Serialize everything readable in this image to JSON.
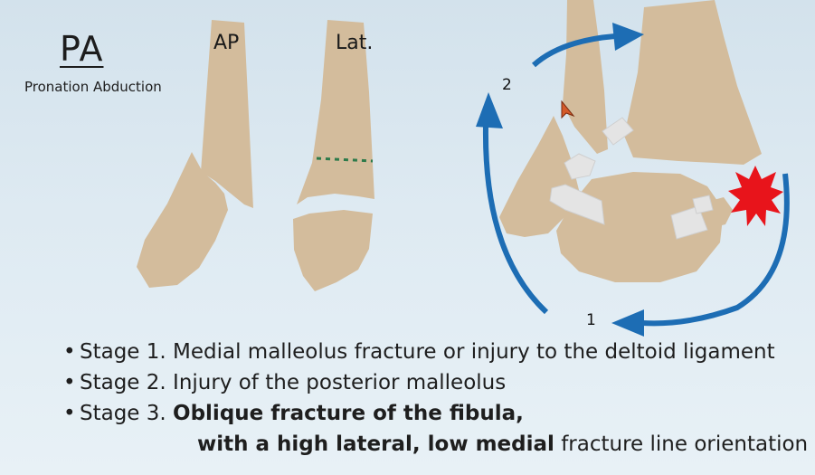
{
  "title": "PA",
  "subtitle": "Pronation Abduction",
  "views": {
    "ap": "AP",
    "lat": "Lat."
  },
  "arrow_numbers": {
    "one": "1",
    "two": "2"
  },
  "stages": [
    {
      "prefix": "Stage 1. ",
      "bold": "",
      "rest": "Medial malleolus fracture or injury to the deltoid ligament"
    },
    {
      "prefix": "Stage 2. ",
      "bold": "",
      "rest": "Injury of the posterior malleolus"
    },
    {
      "prefix": "Stage 3. ",
      "bold": "Oblique fracture of the fibula,",
      "rest": ""
    }
  ],
  "stage3_line2": {
    "bold": "with a high lateral, low medial",
    "rest": " fracture line orientation"
  },
  "colors": {
    "bone": "#d3bc9c",
    "arrow": "#1d6db4",
    "starburst": "#e8141b",
    "fracture_dots": "#2d7a4a",
    "ligament": "#e4e4e4"
  }
}
